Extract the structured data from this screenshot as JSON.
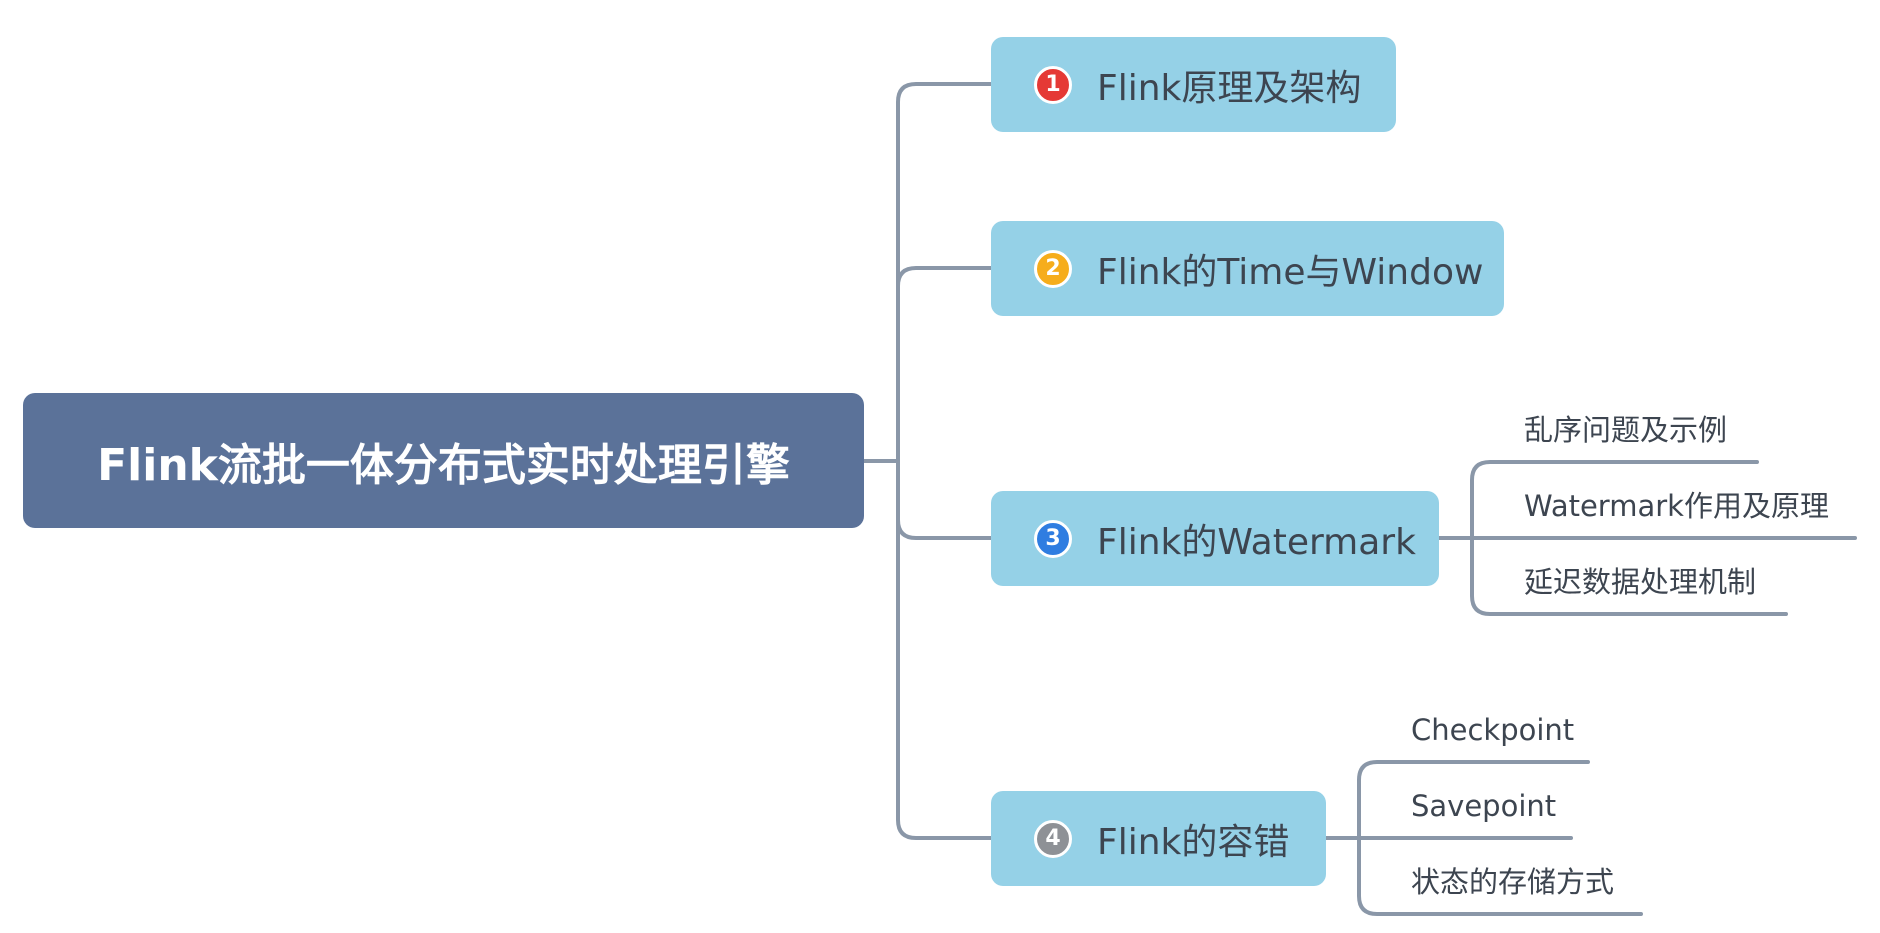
{
  "root": {
    "label": "Flink流批一体分布式实时处理引擎"
  },
  "topics": [
    {
      "label": "Flink原理及架构",
      "marker": "1",
      "marker_color": "#e53935",
      "subtopics": []
    },
    {
      "label": "Flink的Time与Window",
      "marker": "2",
      "marker_color": "#f6ad1c",
      "subtopics": []
    },
    {
      "label": "Flink的Watermark",
      "marker": "3",
      "marker_color": "#2f7de1",
      "subtopics": [
        "乱序问题及示例",
        "Watermark作用及原理",
        "延迟数据处理机制"
      ]
    },
    {
      "label": "Flink的容错",
      "marker": "4",
      "marker_color": "#8e9196",
      "subtopics": [
        "Checkpoint",
        "Savepoint",
        "状态的存储方式"
      ]
    }
  ],
  "colors": {
    "root_fill": "#5b7299",
    "topic_fill": "#95d1e7",
    "connector": "#8a97a8",
    "text": "#3d4550"
  }
}
